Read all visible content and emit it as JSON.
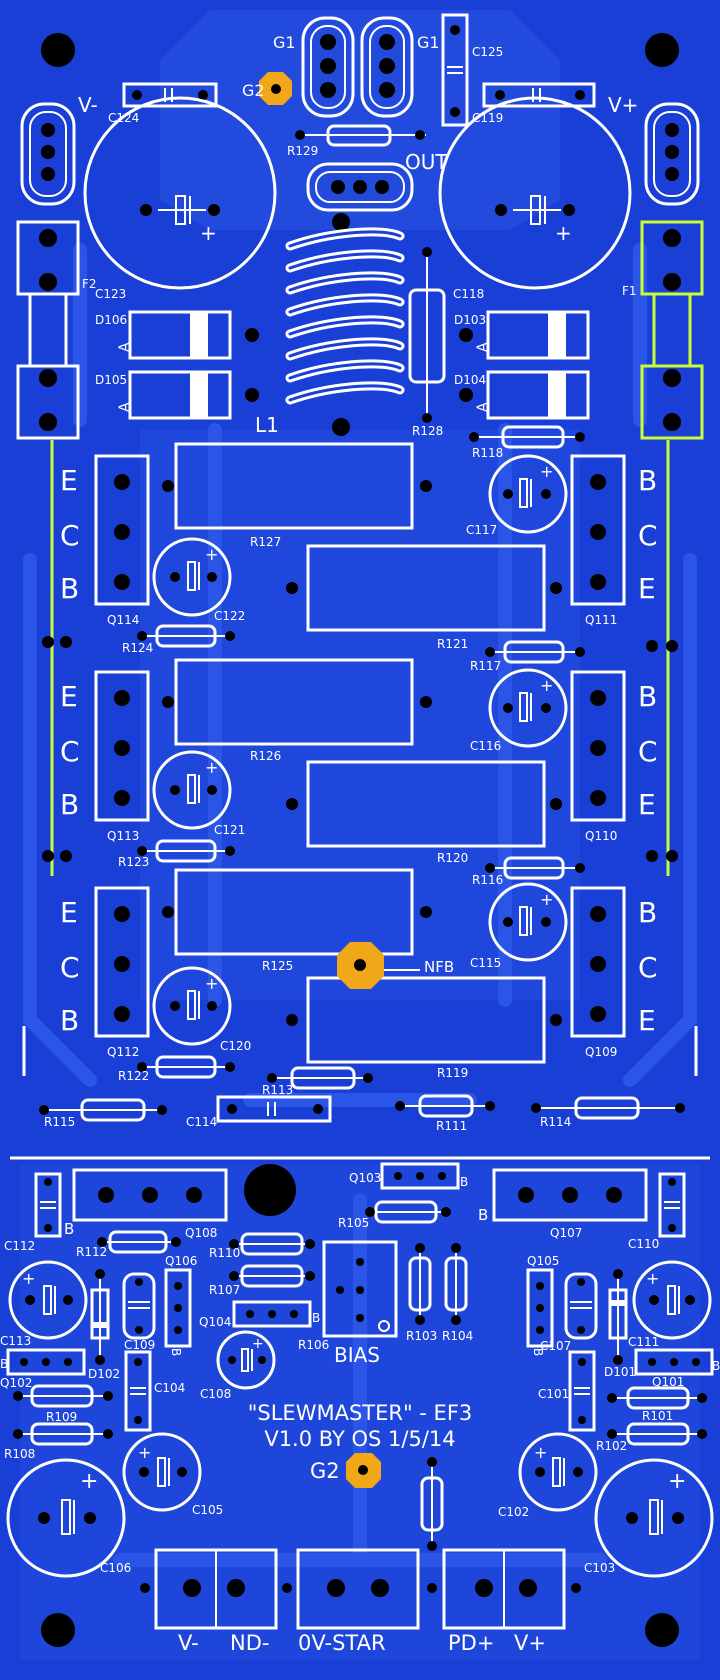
{
  "board": {
    "colors": {
      "substrate": "#1a3fd6",
      "copper": "#2a55e6",
      "silk": "#ffffff",
      "pad": "#000000",
      "gold": "#f0a818",
      "fuse_outline": "#c8ff3a"
    },
    "title_line1": "\"SLEWMASTER\" - EF3",
    "title_line2": "V1.0 BY OS 1/5/14",
    "terminals": {
      "g1_left": "G1",
      "g1_right": "G1",
      "g2_top": "G2",
      "g2_bottom": "G2",
      "out": "OUT",
      "v_minus": "V-",
      "v_plus": "V+",
      "nfb": "NFB",
      "bias": "BIAS"
    },
    "connector_labels": {
      "v_minus": "V-",
      "nd_minus": "ND-",
      "ov_star": "0V-STAR",
      "pd_plus": "PD+",
      "v_plus": "V+"
    },
    "pin_letters": [
      "E",
      "C",
      "B",
      "B",
      "C",
      "E"
    ],
    "pin_b": "B",
    "diode_anode": "A",
    "refs": {
      "C124": "C124",
      "C125": "C125",
      "C119": "C119",
      "R129": "R129",
      "C123": "C123",
      "C118": "C118",
      "F1": "F1",
      "F2": "F2",
      "D106": "D106",
      "D105": "D105",
      "D103": "D103",
      "D104": "D104",
      "L1": "L1",
      "R128": "R128",
      "R118": "R118",
      "C117": "C117",
      "R127": "R127",
      "C122": "C122",
      "Q114": "Q114",
      "Q111": "Q111",
      "R124": "R124",
      "R121": "R121",
      "R117": "R117",
      "R126": "R126",
      "C116": "C116",
      "C121": "C121",
      "Q113": "Q113",
      "Q110": "Q110",
      "R123": "R123",
      "R120": "R120",
      "R116": "R116",
      "R125": "R125",
      "C115": "C115",
      "C120": "C120",
      "Q112": "Q112",
      "Q109": "Q109",
      "R122": "R122",
      "R119": "R119",
      "R113": "R113",
      "R115": "R115",
      "C114": "C114",
      "R111": "R111",
      "R114": "R114",
      "Q103": "Q103",
      "Q108": "Q108",
      "Q107": "Q107",
      "R105": "R105",
      "C112": "C112",
      "R112": "R112",
      "R110": "R110",
      "Q106": "Q106",
      "C110": "C110",
      "R107": "R107",
      "Q105": "Q105",
      "Q104": "Q104",
      "C113": "C113",
      "C109": "C109",
      "R106": "R106",
      "R103": "R103",
      "R104": "R104",
      "C107": "C107",
      "C111": "C111",
      "Q102": "Q102",
      "D102": "D102",
      "D101": "D101",
      "Q101": "Q101",
      "C108": "C108",
      "C104": "C104",
      "C101": "C101",
      "R109": "R109",
      "R101": "R101",
      "R108": "R108",
      "R102": "R102",
      "C105": "C105",
      "C102": "C102",
      "C106": "C106",
      "C103": "C103"
    }
  }
}
